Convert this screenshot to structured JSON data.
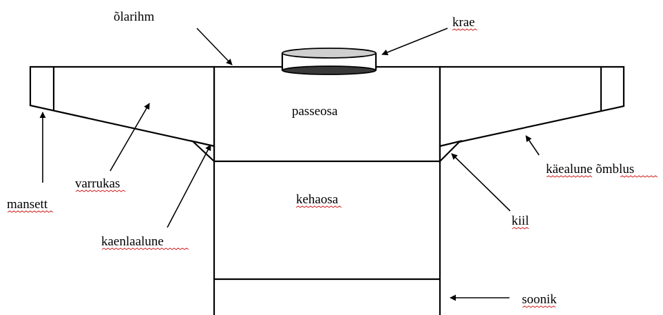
{
  "labels": {
    "olarihm": "õlarihm",
    "krae": "krae",
    "passeosa": "passeosa",
    "kehaosa": "kehaosa",
    "varrukas": "varrukas",
    "mansett": "mansett",
    "kaenlaalune": "kaenlaalune",
    "kiil": "kiil",
    "kaealune_omblus": "käealune õmblus",
    "soonik": "soonik"
  },
  "colors": {
    "ink": "#000000",
    "collar_top_fill": "#cfcfcf",
    "collar_bottom_fill": "#3a3a3a",
    "spellcheck_underline": "#d02020"
  }
}
